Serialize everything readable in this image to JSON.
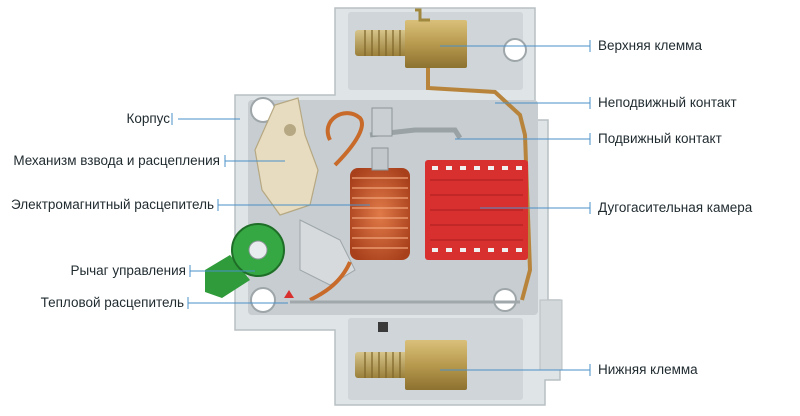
{
  "diagram": {
    "left_labels": [
      {
        "key": "housing",
        "text": "Корпус"
      },
      {
        "key": "cocking",
        "text": "Механизм взвода и расцепления"
      },
      {
        "key": "electromagnetic",
        "text": "Электромагнитный расцепитель"
      },
      {
        "key": "lever",
        "text": "Рычаг управления"
      },
      {
        "key": "thermal",
        "text": "Тепловой расцепитель"
      }
    ],
    "right_labels": [
      {
        "key": "upper_terminal",
        "text": "Верхняя клемма"
      },
      {
        "key": "fixed_contact",
        "text": "Неподвижный контакт"
      },
      {
        "key": "moving_contact",
        "text": "Подвижный контакт"
      },
      {
        "key": "arc_chamber",
        "text": "Дугогасительная камера"
      },
      {
        "key": "lower_terminal",
        "text": "Нижняя клемма"
      }
    ]
  },
  "colors": {
    "housing": "#dfe4e6",
    "housing_edge": "#b9c0c3",
    "leader": "#4a90c8",
    "brass": "#b89a4e",
    "coil": "#c8542a",
    "arc_chamber": "#d8302f",
    "lever": "#2f9b3a"
  }
}
